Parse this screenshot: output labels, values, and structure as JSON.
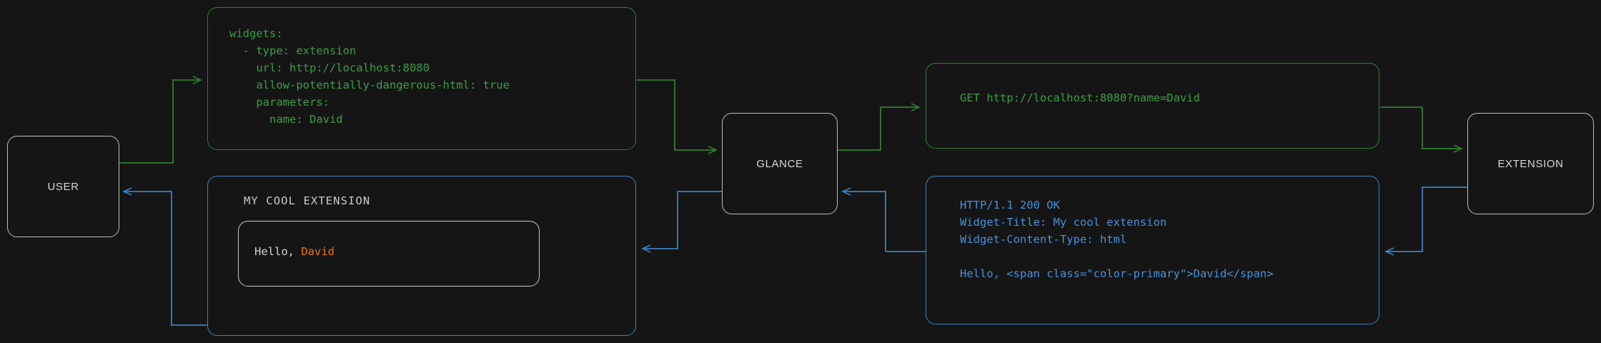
{
  "theme": {
    "background": "#151515",
    "node_border": "#bdbdbd",
    "node_text": "#d8d8d8",
    "request_color": "#3f9c47",
    "request_border": "#2f7d32",
    "response_color": "#4a90d9",
    "response_border": "#3d7fc1",
    "accent_primary": "#e8730c",
    "widget_text": "#d2d2d2"
  },
  "nodes": {
    "user": "USER",
    "glance": "GLANCE",
    "extension": "EXTENSION"
  },
  "panels": {
    "config": {
      "name": "yaml-config",
      "code": "widgets:\n  - type: extension\n    url: http://localhost:8080\n    allow-potentially-dangerous-html: true\n    parameters:\n      name: David"
    },
    "request": {
      "name": "http-request",
      "code": "GET http://localhost:8080?name=David"
    },
    "response": {
      "name": "http-response",
      "code": "HTTP/1.1 200 OK\nWidget-Title: My cool extension\nWidget-Content-Type: html\n\nHello, <span class=\"color-primary\">David</span>"
    },
    "widget": {
      "name": "rendered-widget",
      "title": "MY COOL EXTENSION",
      "greeting": "Hello, ",
      "value": "David"
    }
  }
}
